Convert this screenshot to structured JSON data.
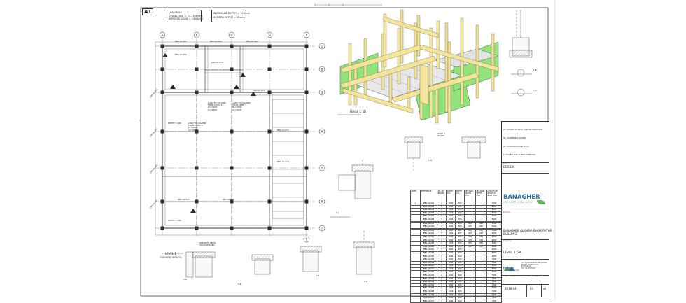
{
  "sheet": {
    "size_label": "A1"
  },
  "notes": {
    "loadings": [
      "LOADINGS",
      "DEAD LOAD = 13.15kN/m2",
      "IMPOSED LOAD = 15kN/m2"
    ],
    "slab": [
      "WOD SLAB DEPTH = 150mm",
      "SCREED DEPTH = 50mm"
    ]
  },
  "plan": {
    "grid_letters": [
      "A",
      "B",
      "C",
      "D",
      "E",
      "F"
    ],
    "grid_numbers": [
      "1",
      "2",
      "3",
      "4",
      "5",
      "6",
      "7"
    ],
    "beam_tags": [
      "BBA-01-002",
      "BBA-01-004",
      "BBA-01-007",
      "BBA-01-009",
      "BBA-01-010",
      "BBA-01-011",
      "BBA-01-015",
      "BBA-01-018",
      "BBA-01-022",
      "BBA-01-024"
    ],
    "column_tags": [
      "CPR-01-016",
      "CPR-01-017",
      "CPR-01-010",
      "CPR-01-012"
    ],
    "load_notes": [
      [
        "LOAD TO COLUMN",
        "FROM LEVEL 2",
        "DL=40kN",
        "LL=36kN"
      ],
      [
        "LOAD TO COLUMN",
        "FROM LEVEL 2",
        "DL=42kN",
        "LL=48kN"
      ],
      [
        "LOAD TO COLUMN",
        "FROM LEVEL 2",
        "DL=40kN",
        "LL=36kN"
      ]
    ],
    "depth_tags": [
      "DEPTH = 900",
      "DEPTH = 600"
    ]
  },
  "views": {
    "iso_label": "LEVEL 1 3D",
    "level1_label": "LEVEL 1",
    "section_labels": [
      "1-A",
      "1-B",
      "1-C",
      "1-D",
      "1-E",
      "1-F",
      "1-G",
      "1-H"
    ],
    "level_marker": "LEVEL 1",
    "level_value": "47.900",
    "concrete_note": [
      "CONCRETE INFILL",
      "TO CLOSE JOINT"
    ]
  },
  "schedule": {
    "headers": [
      "LEVEL",
      "REFERENCE",
      "No. OF BEAMS",
      "WIDTH mm",
      "DEPTH mm",
      "UPSTAND WIDTH mm",
      "UPSTAND DEPTH mm",
      "LENGTH OF BEAM (AS BUILT) mm"
    ],
    "level": "1",
    "rows": [
      [
        "BBA-01-001",
        "1",
        "1000",
        "600",
        "-",
        "-",
        "7000"
      ],
      [
        "BBA-01-002",
        "1",
        "1000",
        "600",
        "-",
        "-",
        "6650"
      ],
      [
        "BBA-01-003",
        "1",
        "1000",
        "600",
        "-",
        "-",
        "6007"
      ],
      [
        "BBA-01-004",
        "1",
        "1000",
        "600",
        "-",
        "-",
        "6000"
      ],
      [
        "BBA-01-005",
        "1",
        "1000",
        "600",
        "-",
        "-",
        "6000"
      ],
      [
        "BBA-01-006",
        "1",
        "1000",
        "600",
        "-",
        "-",
        "6000"
      ],
      [
        "",
        "",
        "",
        "",
        "",
        "",
        ""
      ],
      [
        "BBA-01-007",
        "1",
        "1000",
        "600",
        "300",
        "250",
        "7190"
      ],
      [
        "BBA-01-008",
        "1",
        "1000",
        "600",
        "300",
        "250",
        "6550"
      ],
      [
        "",
        "",
        "",
        "",
        "",
        "",
        ""
      ],
      [
        "BBA-01-009",
        "1",
        "1000",
        "600",
        "300",
        "250",
        "7190"
      ],
      [
        "BBA-01-010",
        "1",
        "1000",
        "600",
        "300",
        "250",
        "6650"
      ],
      [
        "BBA-01-011",
        "1",
        "1000",
        "600",
        "300",
        "250",
        "6650"
      ],
      [
        "BBA-01-012",
        "1",
        "1000",
        "600",
        "300",
        "250",
        "6650"
      ],
      [
        "BBA-01-013",
        "1",
        "1000",
        "600",
        "300",
        "250",
        "6650"
      ],
      [
        "BBA-01-014",
        "1",
        "1000",
        "600",
        "300",
        "250",
        "6650"
      ],
      [
        "BBA-01-015",
        "1",
        "1000",
        "600",
        "-",
        "-",
        "6650"
      ],
      [
        "BBA-01-016",
        "1",
        "1000",
        "600",
        "-",
        "-",
        "6650"
      ],
      [
        "BBA-01-017",
        "1",
        "1000",
        "600",
        "-",
        "-",
        "6650"
      ],
      [
        "BBA-01-018",
        "1",
        "1000",
        "600",
        "-",
        "-",
        "7190"
      ],
      [
        "BBA-01-019",
        "1",
        "1000",
        "600",
        "-",
        "-",
        "7190"
      ],
      [
        "BBA-01-020",
        "1",
        "1000",
        "600",
        "-",
        "-",
        "7190"
      ],
      [
        "BBA-01-021",
        "1",
        "1000",
        "600",
        "-",
        "-",
        "6000"
      ],
      [
        "BBA-01-022",
        "1",
        "1000",
        "600",
        "-",
        "-",
        "6000"
      ],
      [
        "BBA-01-023",
        "1",
        "1000",
        "600",
        "-",
        "-",
        "7190"
      ],
      [
        "BBA-01-024",
        "1",
        "1000",
        "600",
        "-",
        "-",
        "7190"
      ],
      [
        "BBA-01-025",
        "1",
        "1000",
        "600",
        "-",
        "-",
        "7190"
      ],
      [
        "BBA-01-026",
        "1",
        "1000",
        "600",
        "-",
        "-",
        "7190"
      ],
      [
        "BBA-01-027",
        "1",
        "1000",
        "600",
        "-",
        "-",
        "7190"
      ],
      [
        "BBA-01-028",
        "1",
        "1000",
        "600",
        "-",
        "-",
        "7190"
      ],
      [
        "BBA-01-029",
        "1",
        "1000",
        "600",
        "-",
        "-",
        "7190"
      ],
      [
        "BBA-01-030",
        "1",
        "1000",
        "600",
        "-",
        "-",
        "7190"
      ],
      [
        "BBA-01-031",
        "1",
        "1000",
        "600",
        "-",
        "-",
        "7190"
      ]
    ]
  },
  "title_block": {
    "revisions": [
      [
        "03",
        "ISSUED AS BUILT FOR INFORMATION"
      ],
      [
        "02",
        "COMMENTS ADDED"
      ],
      [
        "01",
        "CONSTRUCTION ISSUE"
      ],
      [
        "P",
        "ISSUED FOR CLIENT APPROVAL"
      ]
    ],
    "status_caption": "Status",
    "status": "DESIGN",
    "company": "BANAGHER",
    "company_sub": "PRECAST CONCRETE",
    "project_caption": "Project",
    "project": [
      "BANAGHER GLANBIA EVAPORATOR",
      "BUILDING"
    ],
    "drawing_caption": "Drawing",
    "drawing": "LEVEL 1 GA",
    "engineer": "Hegarty",
    "engineer_sub": "Consulting Engineers",
    "engineer_address": [
      "33 THE BACKENHAM INDUSTRIAL",
      "ESTATE, BALBRIGGAN",
      "CO. DUBLIN",
      "TEL: 01-XXX XXXX"
    ],
    "drawing_no": "2018-04",
    "revision": "03",
    "drawn_caption": "Drawn",
    "checked_caption": "Checked",
    "scale_caption": "Scale",
    "date_caption": "Date"
  },
  "colors": {
    "line": "#2b2b2b",
    "beam_yellow": "#f3e49a",
    "wall_green": "#92e37a",
    "accent_blue": "#2f6e9f",
    "accent_green": "#5cb65b",
    "hatch": "#8a8a8a"
  }
}
